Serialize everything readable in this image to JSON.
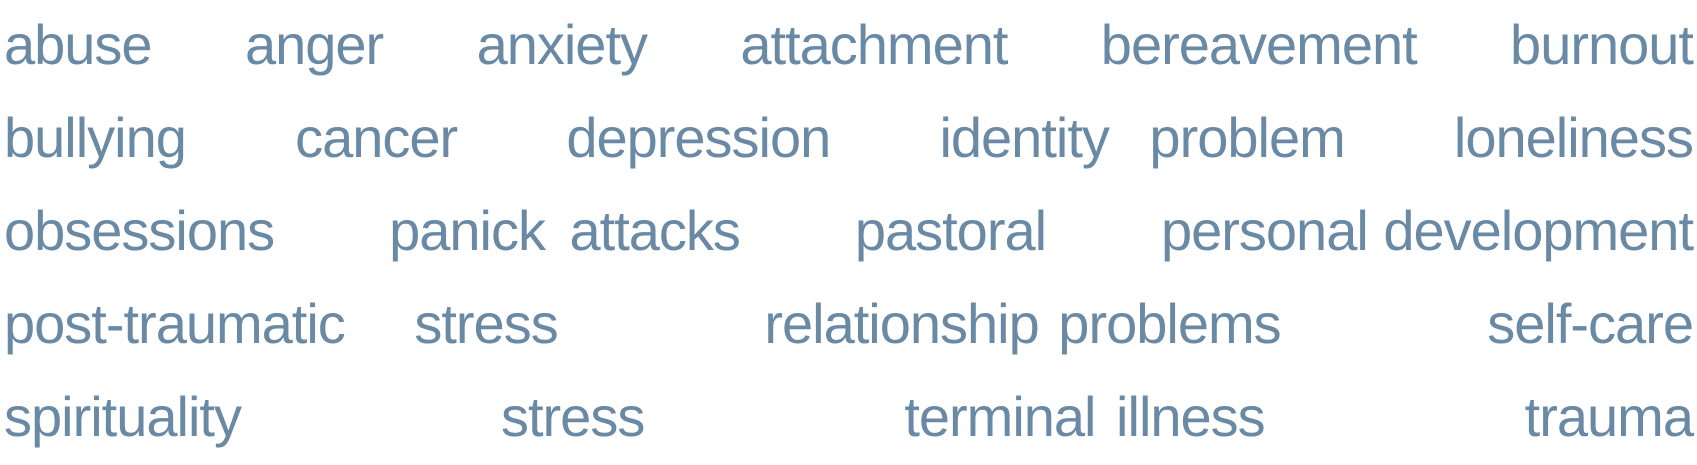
{
  "colors": {
    "background": "#FFFFFF",
    "tag_text": "#6989A4"
  },
  "tag_cloud": {
    "rows": [
      {
        "tags": [
          "abuse",
          "anger",
          "anxiety",
          "attachment",
          "bereavement",
          "burnout"
        ]
      },
      {
        "tags": [
          "bullying",
          "cancer",
          "depression",
          "identity problem",
          "loneliness"
        ]
      },
      {
        "tags": [
          "obsessions",
          "panick attacks",
          "pastoral",
          "personal development"
        ]
      },
      {
        "tags": [
          "post-traumatic stress",
          "relationship problems",
          "self-care"
        ]
      },
      {
        "tags": [
          "spirituality",
          "stress",
          "terminal illness",
          "trauma"
        ]
      }
    ]
  }
}
